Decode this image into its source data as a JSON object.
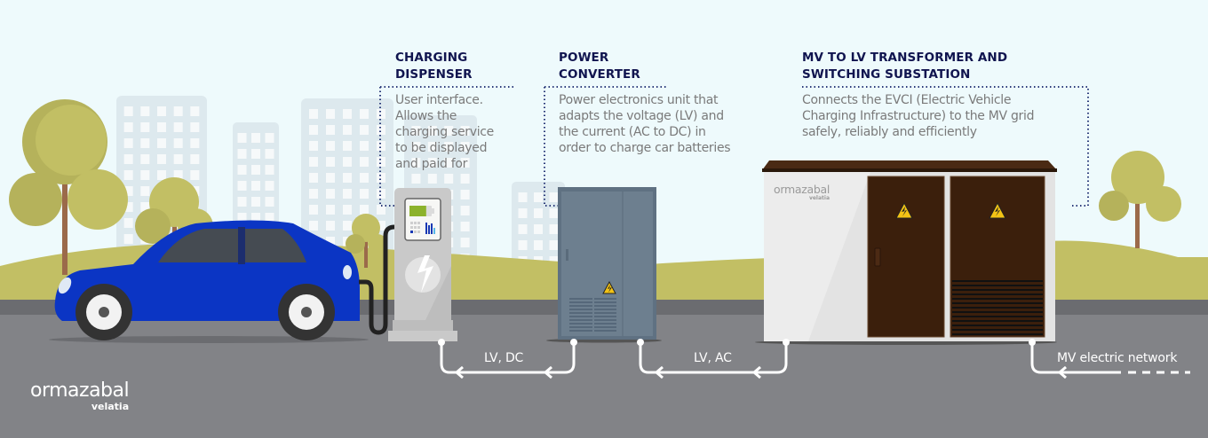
{
  "diagram": {
    "components": [
      {
        "id": "charging-dispenser",
        "title_lines": [
          "CHARGING",
          "DISPENSER"
        ],
        "description_lines": [
          "User interface.",
          "Allows the",
          "charging service",
          "to be displayed",
          "and paid for"
        ]
      },
      {
        "id": "power-converter",
        "title_lines": [
          "POWER",
          "CONVERTER"
        ],
        "description_lines": [
          "Power electronics unit that",
          "adapts the voltage (LV) and",
          "the current (AC to DC) in",
          "order to charge car batteries"
        ]
      },
      {
        "id": "transformer-substation",
        "title_lines": [
          "MV TO LV TRANSFORMER AND",
          "SWITCHING SUBSTATION"
        ],
        "description_lines": [
          "Connects the EVCI (Electric Vehicle",
          "Charging Infrastructure) to the MV grid",
          "safely, reliably and efficiently"
        ]
      }
    ],
    "flows": [
      {
        "label": "LV, DC",
        "from": "power-converter",
        "to": "charging-dispenser"
      },
      {
        "label": "LV, AC",
        "from": "transformer-substation",
        "to": "power-converter"
      },
      {
        "label": "MV electric network",
        "from": "grid",
        "to": "transformer-substation"
      }
    ],
    "logo": {
      "brand": "ormazabal",
      "sub": "velatia"
    },
    "substation_logo": {
      "brand": "ormazabal",
      "sub": "velatia"
    },
    "dispenser_screen": {
      "battery_level_fraction": 0.75
    }
  },
  "colors": {
    "sky": "#eefafc",
    "buildings": "#dde9ee",
    "grass": "#c2bf64",
    "road": "#828387",
    "road_curb": "#6b6c70",
    "car": "#0b35c4",
    "title": "#10144f",
    "desc": "#7a7a7a",
    "converter": "#6d7f8f",
    "substation_wall": "#dcdcdc",
    "substation_door": "#3b1f0c",
    "warning": "#f3c315"
  }
}
